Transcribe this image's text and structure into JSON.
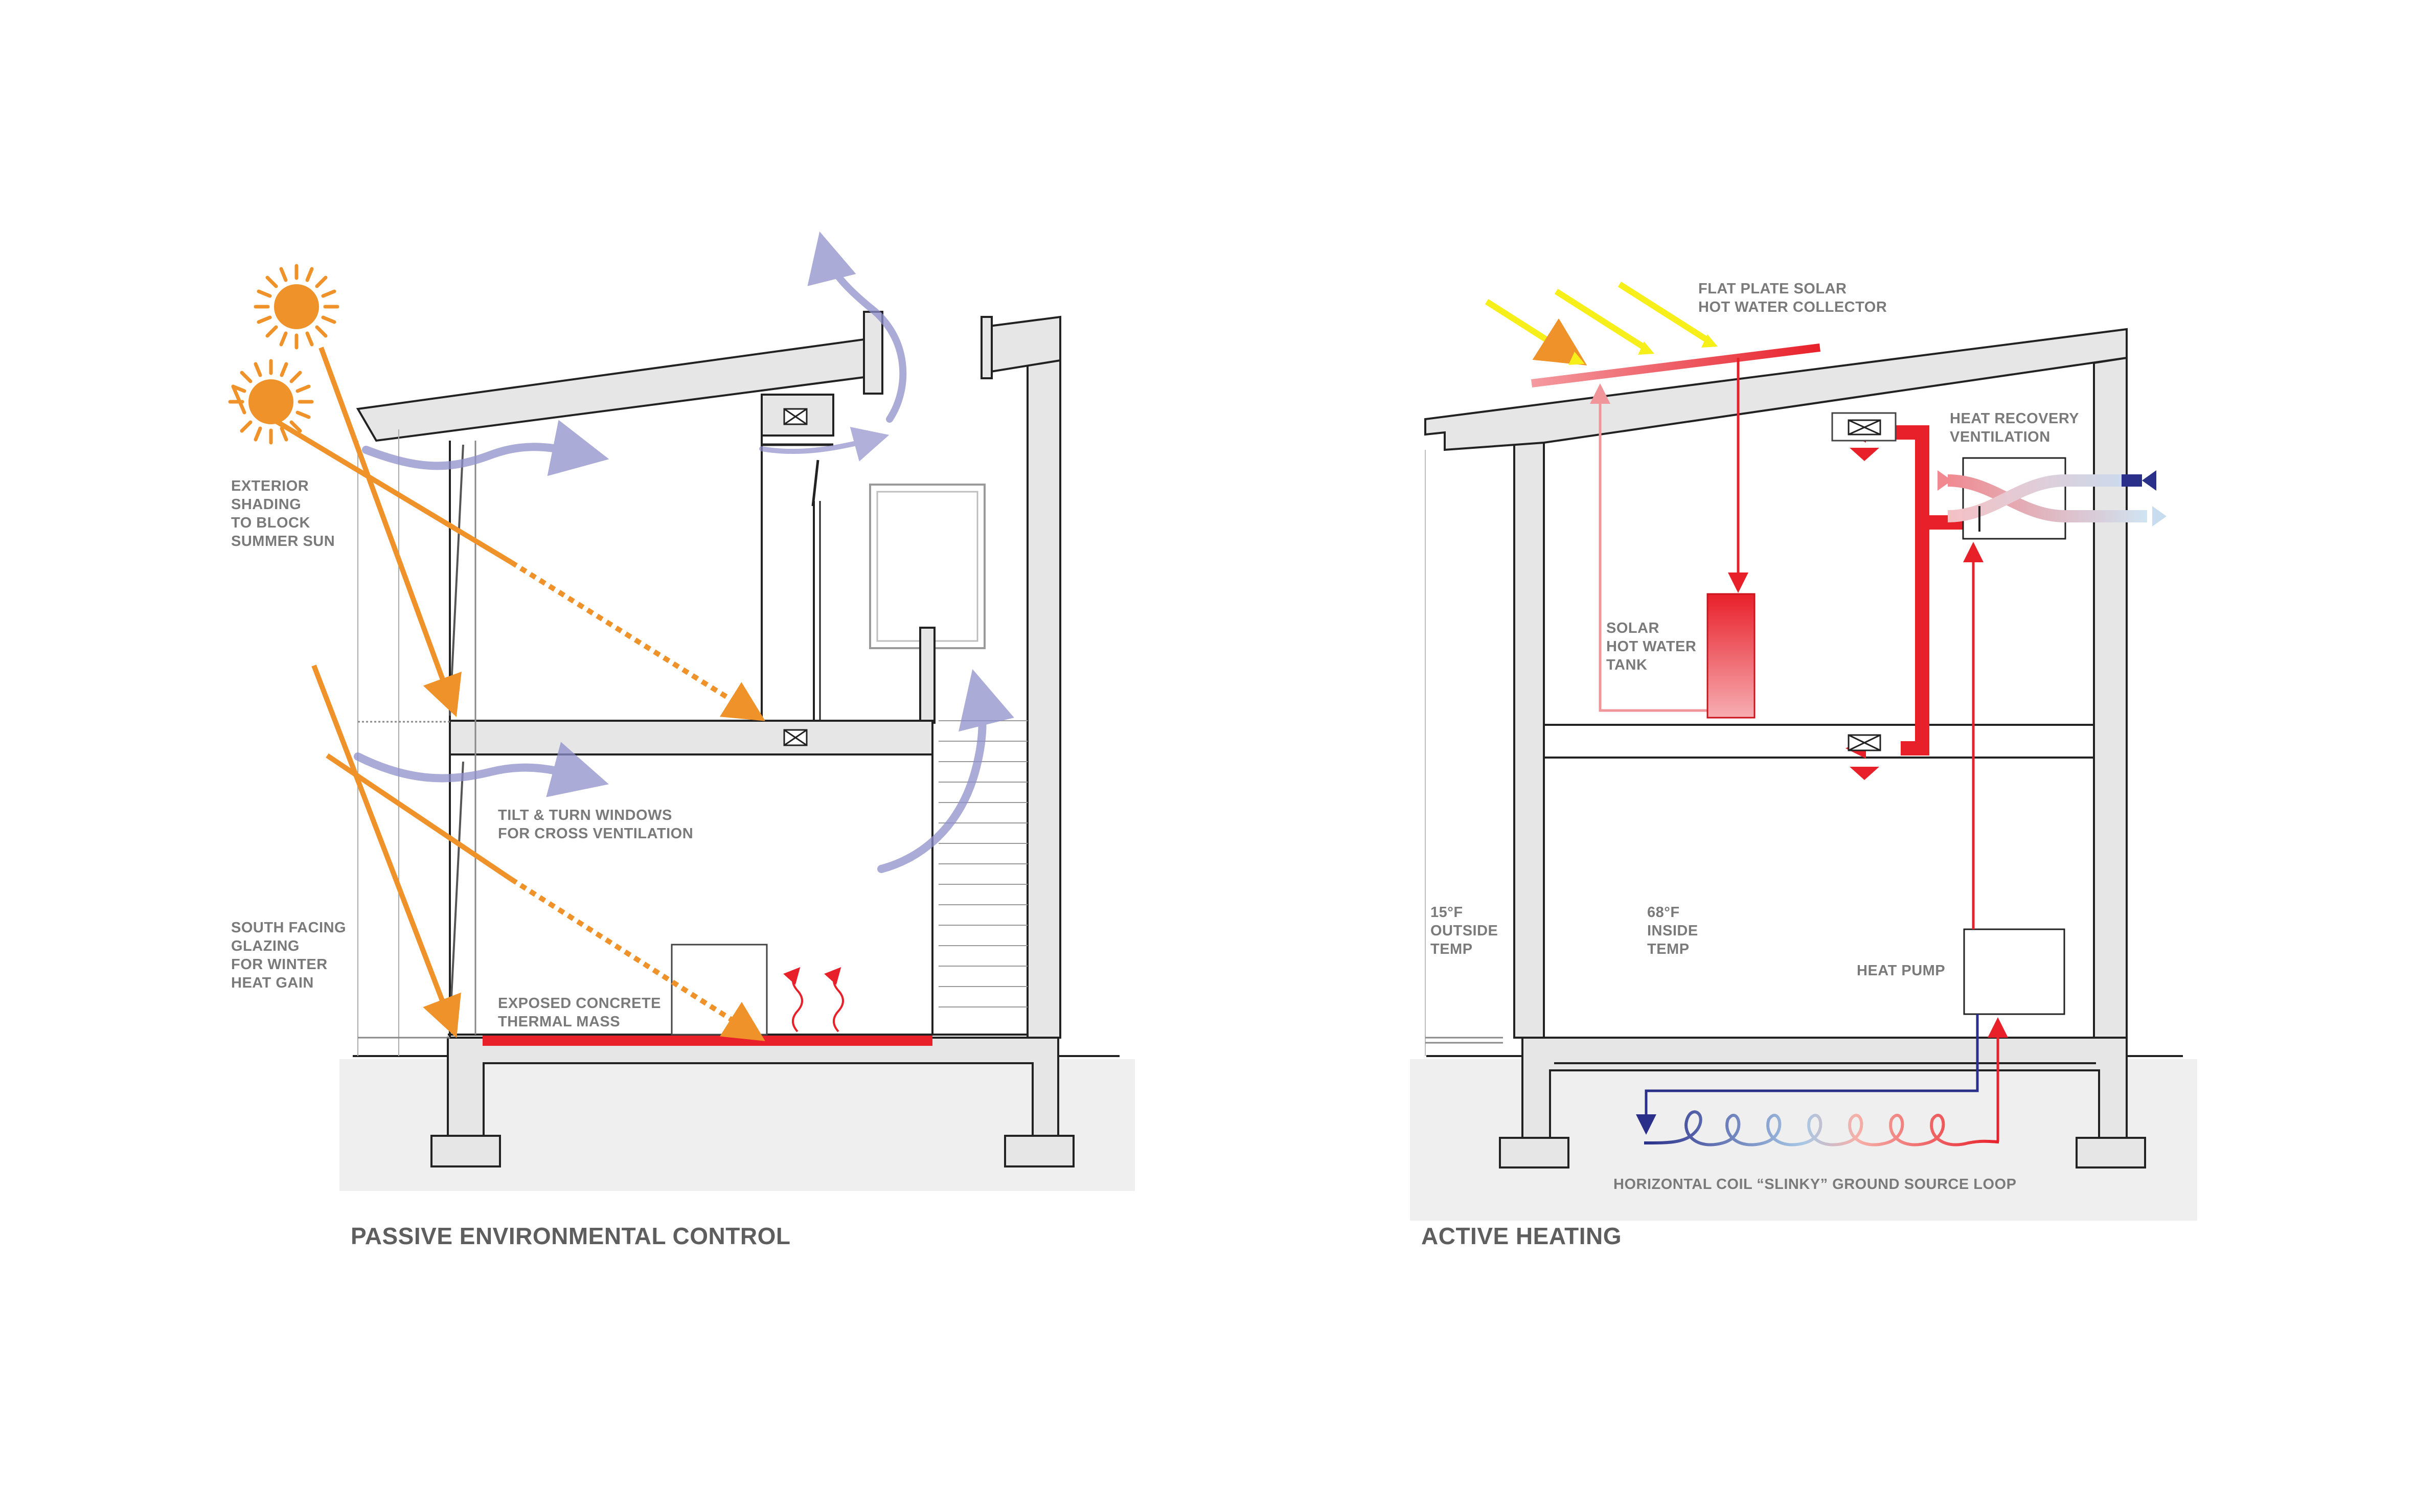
{
  "passive": {
    "title": "PASSIVE ENVIRONMENTAL CONTROL",
    "labels": {
      "shading": [
        "EXTERIOR",
        "SHADING",
        "TO BLOCK",
        "SUMMER SUN"
      ],
      "windows": [
        "TILT & TURN WINDOWS",
        "FOR CROSS VENTILATION"
      ],
      "glazing": [
        "SOUTH FACING",
        "GLAZING",
        "FOR WINTER",
        "HEAT GAIN"
      ],
      "mass": [
        "EXPOSED CONCRETE",
        "THERMAL MASS"
      ]
    }
  },
  "active": {
    "title": "ACTIVE HEATING",
    "labels": {
      "collector": [
        "FLAT PLATE SOLAR",
        "HOT WATER COLLECTOR"
      ],
      "hrv": [
        "HEAT RECOVERY",
        "VENTILATION"
      ],
      "tank": [
        "SOLAR",
        "HOT WATER",
        "TANK"
      ],
      "outside": [
        "15°F",
        "OUTSIDE",
        "TEMP"
      ],
      "inside": [
        "68°F",
        "INSIDE",
        "TEMP"
      ],
      "heat_pump": "HEAT PUMP",
      "loop": "HORIZONTAL COIL “SLINKY” GROUND SOURCE LOOP"
    }
  },
  "colors": {
    "sun": "#f0922a",
    "air": "#8f8fcc",
    "heat": "#e8202a",
    "cold": "#2a2f8a",
    "ground": "#efefef",
    "structure": "#e6e6e6",
    "collector_arrow": "#f6ef1a"
  }
}
